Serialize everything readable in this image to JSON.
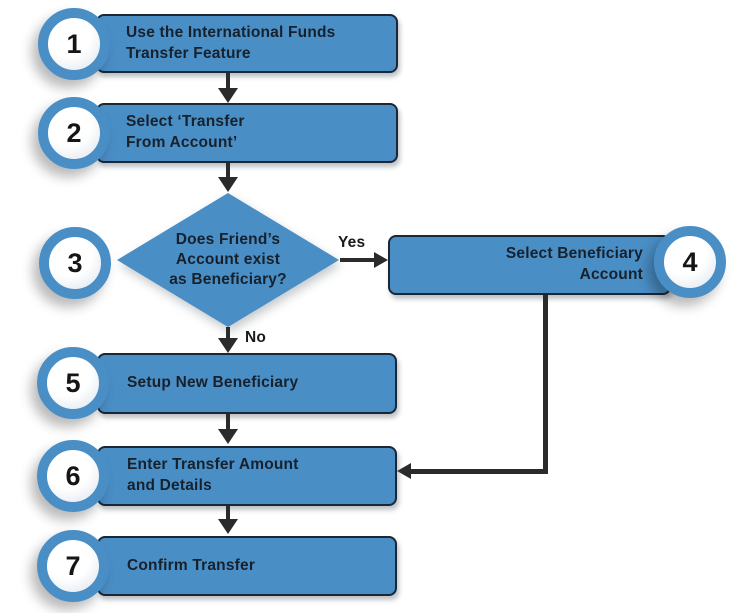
{
  "colors": {
    "background": "#FFFFFF",
    "node_fill": "#4A8EC6",
    "node_border": "#1B2735",
    "node_text": "#17212C",
    "arrow": "#2B2B2B",
    "badge_ring": "#4A8EC6",
    "badge_fill": "#FFFFFF",
    "badge_number": "#151515"
  },
  "diagram": {
    "type": "flowchart",
    "steps": [
      {
        "number": "1",
        "shape": "process",
        "label": "Use the International Funds\nTransfer Feature"
      },
      {
        "number": "2",
        "shape": "process",
        "label": "Select ‘Transfer\nFrom Account’"
      },
      {
        "number": "3",
        "shape": "decision",
        "label": "Does Friend’s\nAccount exist\nas Beneficiary?"
      },
      {
        "number": "4",
        "shape": "process",
        "label": "Select Beneficiary\nAccount"
      },
      {
        "number": "5",
        "shape": "process",
        "label": "Setup New Beneficiary"
      },
      {
        "number": "6",
        "shape": "process",
        "label": "Enter Transfer Amount\nand Details"
      },
      {
        "number": "7",
        "shape": "process",
        "label": "Confirm Transfer"
      }
    ],
    "edges": [
      {
        "from": "1",
        "to": "2",
        "label": ""
      },
      {
        "from": "2",
        "to": "3",
        "label": ""
      },
      {
        "from": "3",
        "to": "4",
        "label": "Yes"
      },
      {
        "from": "3",
        "to": "5",
        "label": "No"
      },
      {
        "from": "5",
        "to": "6",
        "label": ""
      },
      {
        "from": "4",
        "to": "6",
        "label": ""
      },
      {
        "from": "6",
        "to": "7",
        "label": ""
      }
    ]
  }
}
